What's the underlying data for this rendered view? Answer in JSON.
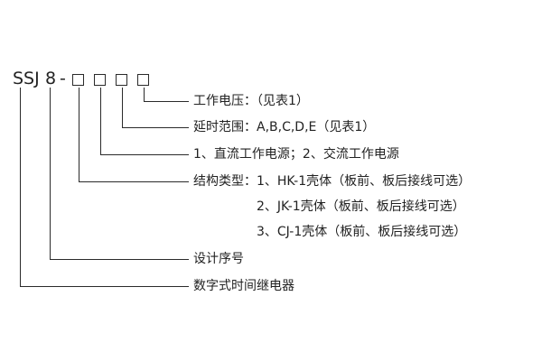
{
  "model_code": {
    "series": "SSJ",
    "design_number": "8",
    "separator": "-"
  },
  "callouts": [
    {
      "id": "working-voltage",
      "text": "工作电压：（见表1）"
    },
    {
      "id": "delay-range",
      "text": "延时范围：A,B,C,D,E（见表1）"
    },
    {
      "id": "power-type",
      "text": "1、直流工作电源；2、交流工作电源"
    },
    {
      "id": "structure-type-1",
      "text": "结构类型：1、HK-1壳体（板前、板后接线可选）"
    },
    {
      "id": "structure-type-2",
      "text": "2、JK-1壳体（板前、板后接线可选）"
    },
    {
      "id": "structure-type-3",
      "text": "3、CJ-1壳体（板前、板后接线可选）"
    },
    {
      "id": "design-serial",
      "text": "设计序号"
    },
    {
      "id": "product-name",
      "text": "数字式时间继电器"
    }
  ]
}
